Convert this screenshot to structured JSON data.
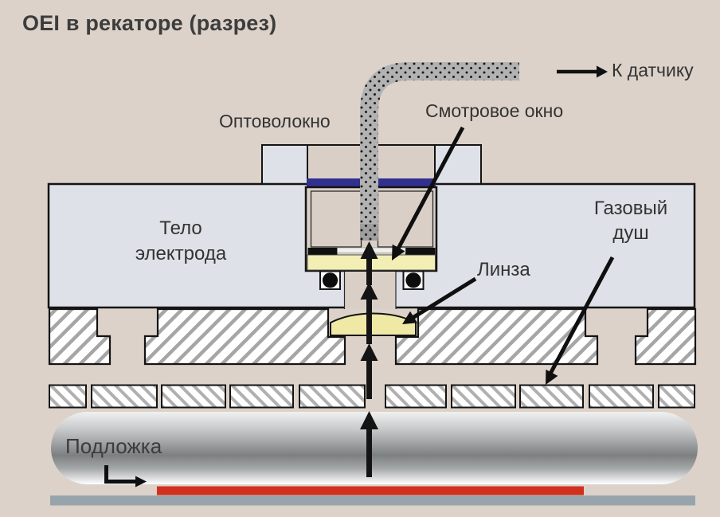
{
  "title": "OEI в рекаторе (разрез)",
  "labels": {
    "to_sensor": "К датчику",
    "optical_fiber": "Оптоволокно",
    "viewing_window": "Смотровое окно",
    "electrode_body_line1": "Тело",
    "electrode_body_line2": "электрода",
    "gas_shower_line1": "Газовый",
    "gas_shower_line2": "душ",
    "lens": "Линза",
    "substrate": "Подложка"
  },
  "colors": {
    "background": "#dcd2c9",
    "label_text": "#333333",
    "electrode_fill": "#dee1e7",
    "cavity_beige": "#dacfc7",
    "window_navy": "#32308f",
    "window_yellow": "#f3eeb3",
    "lens_yellow": "#f0e9a6",
    "fiber_gray": "#b2b2b2",
    "ferrule_gray": "#9e9e9e",
    "film_red": "#d1301f",
    "susceptor_gray": "#98a4ac",
    "outline_black": "#141414"
  }
}
